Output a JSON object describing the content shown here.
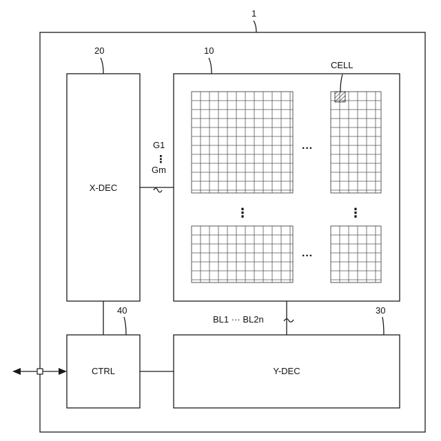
{
  "refs": {
    "chip": "1",
    "array": "10",
    "xdec": "20",
    "ydec": "30",
    "ctrl": "40",
    "cell": "CELL"
  },
  "blocks": {
    "xdec": "X-DEC",
    "ydec": "Y-DEC",
    "ctrl": "CTRL"
  },
  "signals": {
    "gate_first": "G1",
    "gate_last": "Gm",
    "bitlines": "BL1 ··· BL2n"
  },
  "ellipsis": {
    "horizontal": "···",
    "vertical": "⋮"
  },
  "colors": {
    "line": "#1a1a1a",
    "grid": "#555555",
    "background": "#ffffff"
  }
}
